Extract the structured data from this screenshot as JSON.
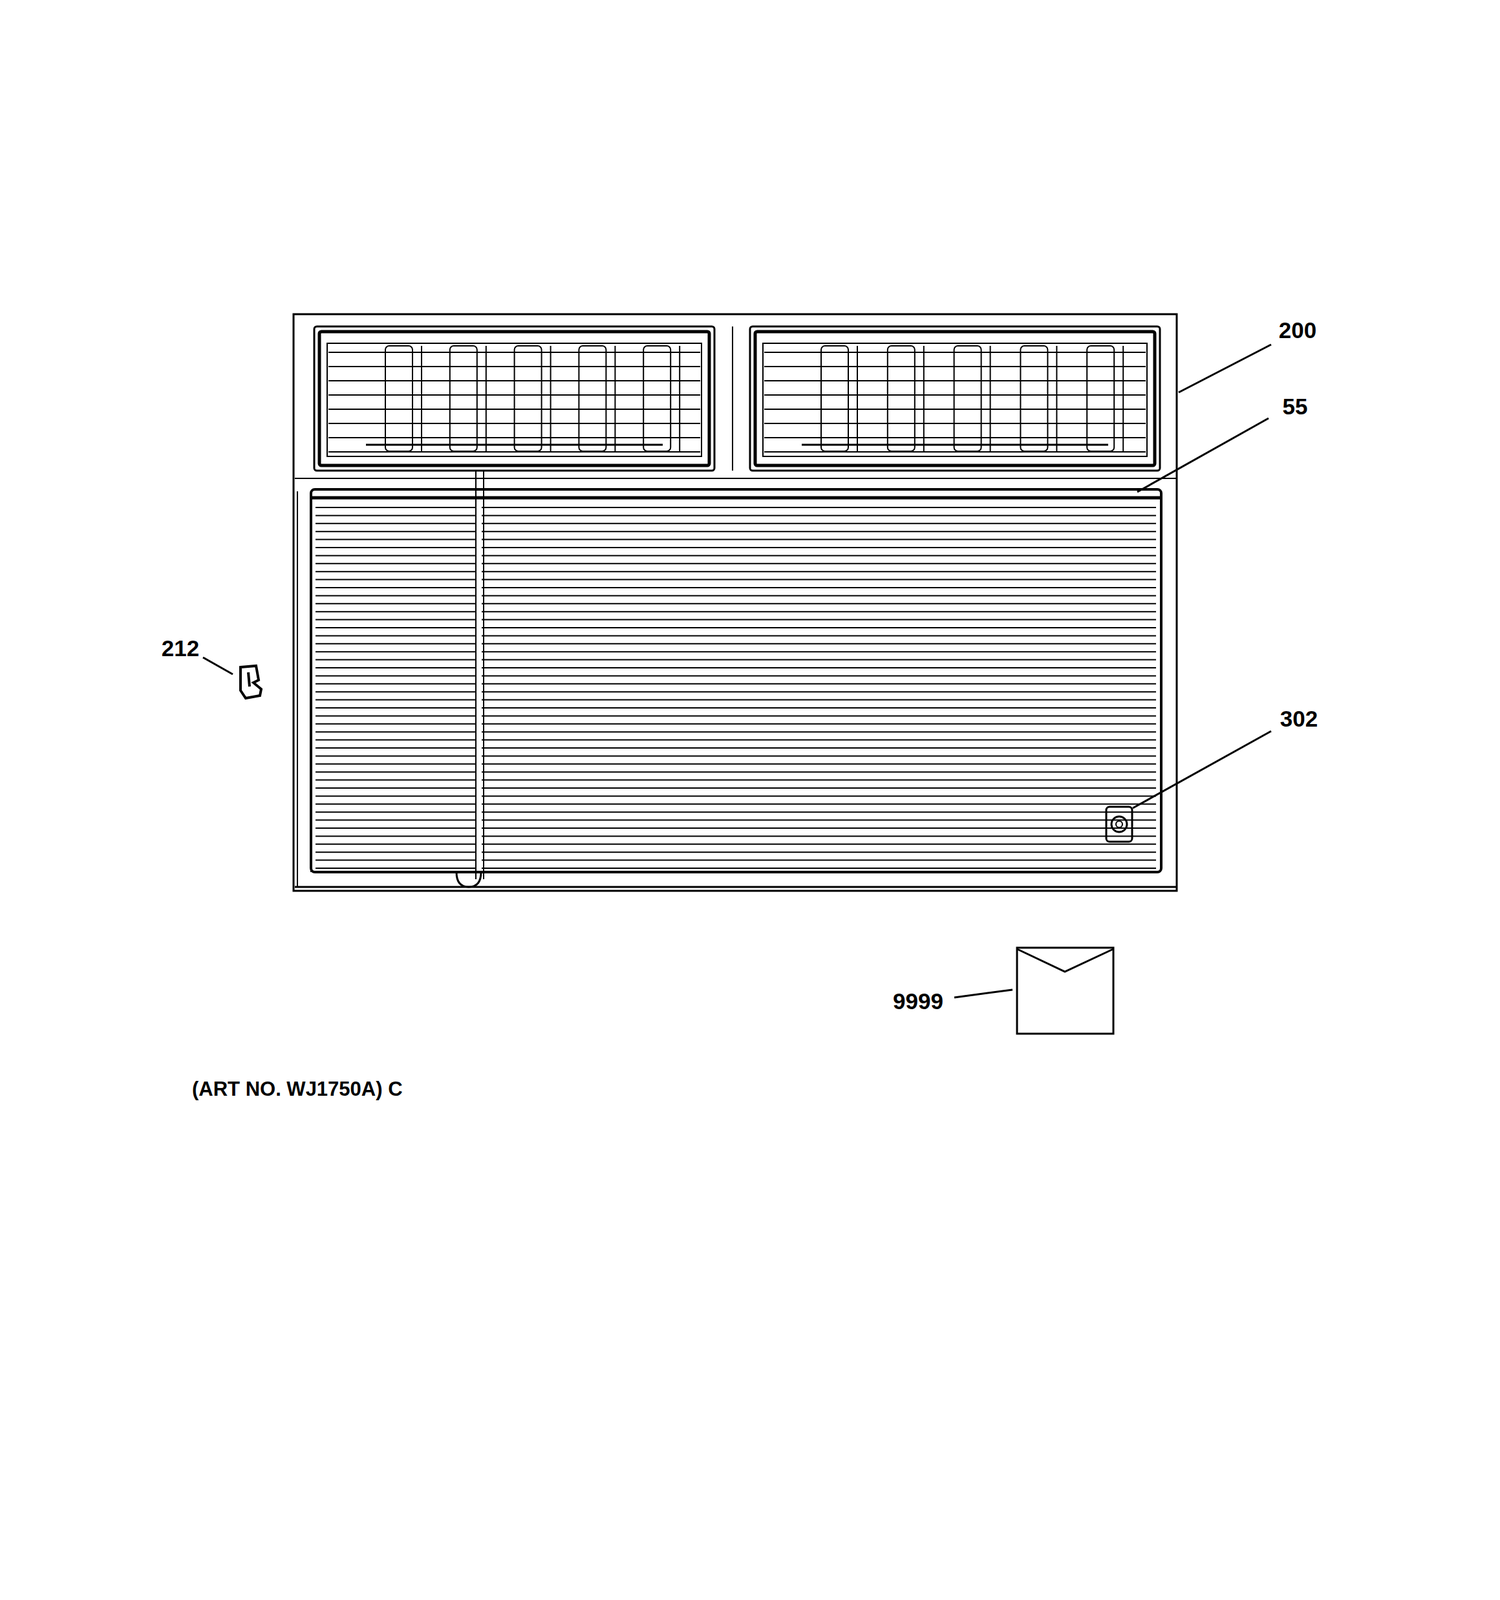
{
  "diagram": {
    "labels": [
      "200",
      "55",
      "212",
      "302",
      "9999",
      "(ART NO. WJ1750A) C"
    ]
  }
}
